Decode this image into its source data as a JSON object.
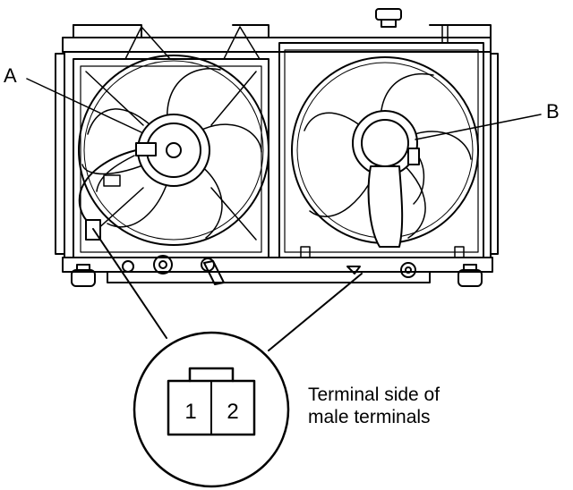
{
  "callouts": {
    "a": "A",
    "b": "B"
  },
  "connector": {
    "pin_1": "1",
    "pin_2": "2",
    "caption_line1": "Terminal side of",
    "caption_line2": "male terminals"
  },
  "colors": {
    "ink": "#000000",
    "paper": "#ffffff"
  }
}
